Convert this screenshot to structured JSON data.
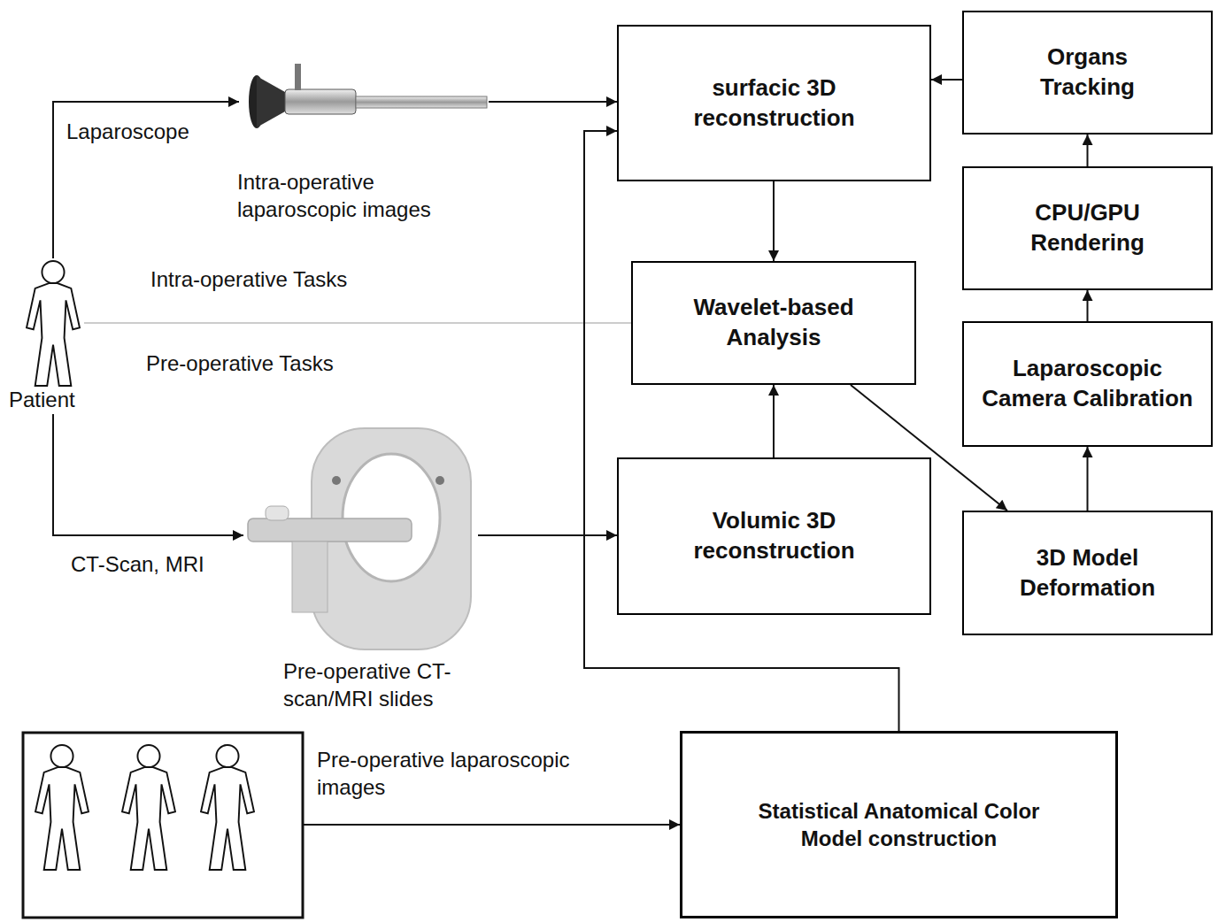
{
  "diagram": {
    "nodes": [
      {
        "text": [
          "surfacic 3D reconstruction"
        ]
      },
      {
        "text": [
          "Organs Tracking"
        ]
      },
      {
        "text": [
          "CPU/GPU Rendering"
        ]
      },
      {
        "text": [
          "Wavelet-based Analysis"
        ]
      },
      {
        "text": [
          "Laparoscopic Camera Calibration"
        ]
      },
      {
        "text": [
          "Volumic 3D reconstruction"
        ]
      },
      {
        "text": [
          "3D Model Deformation"
        ]
      },
      {
        "text": [
          "Statistical Anatomical Color Model construction"
        ]
      }
    ],
    "edges": [
      {
        "from": 1,
        "to": 0,
        "arrow": "to"
      },
      {
        "from": 0,
        "to": 3,
        "arrow": "to"
      },
      {
        "from": 5,
        "to": 3,
        "arrow": "to"
      },
      {
        "from": 3,
        "to": 6,
        "arrow": "to"
      },
      {
        "from": 6,
        "to": 4,
        "arrow": "to"
      },
      {
        "from": 4,
        "to": 2,
        "arrow": "to"
      },
      {
        "from": 2,
        "to": 1,
        "arrow": "to"
      },
      {
        "from": 7,
        "to": 0,
        "arrow": "to"
      }
    ],
    "labels": [
      "Laparoscope",
      "Intra-operative laparoscopic images",
      "Intra-operative Tasks",
      "Pre-operative Tasks",
      "Patient",
      "CT-Scan, MRI",
      "Pre-operative CT-scan/MRI slides",
      "Pre-operative laparoscopic images"
    ]
  }
}
